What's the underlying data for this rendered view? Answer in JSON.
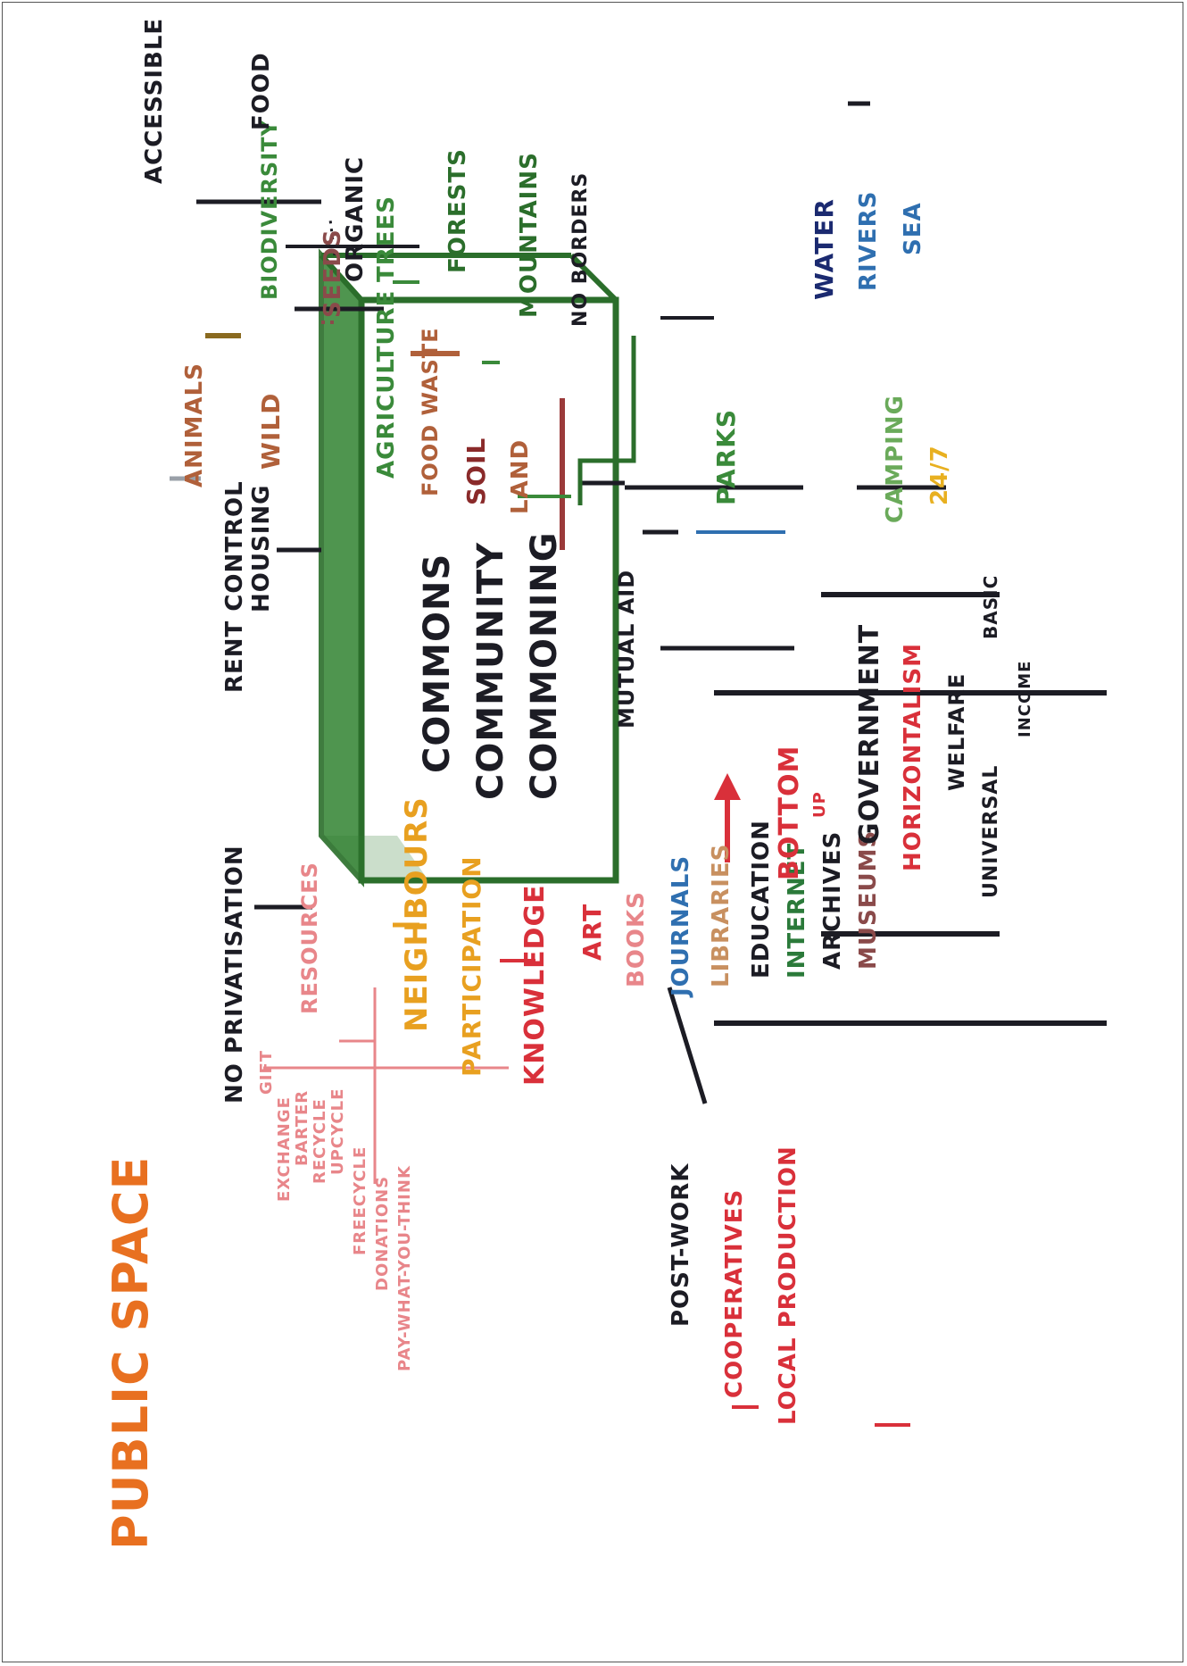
{
  "colors": {
    "black": "#1c1c24",
    "green": "#3a8a3a",
    "darkgreen": "#2b6e2b",
    "red": "#d9303a",
    "pink": "#e8868a",
    "orange": "#e8a020",
    "brown": "#b0603a",
    "blue": "#2f6fb0",
    "navy": "#1b2a70",
    "gray": "#9aa0a8"
  },
  "labels": {
    "public_space": "PUBLIC SPACE",
    "no_privatisation": "NO PRIVATISATION",
    "rent_control": "RENT CONTROL",
    "housing": "HOUSING",
    "resources": "RESOURCES",
    "gift": "GIFT",
    "exchange": "EXCHANGE",
    "barter": "BARTER",
    "recycle": "RECYCLE",
    "upcycle": "UPCYCLE",
    "freecycle": "FREECYCLE",
    "donations": "DONATIONS",
    "pay_what": "PAY-WHAT-YOU-THINK",
    "neighbours": "NEIGHBOURS",
    "participation": "PARTICIPATION",
    "knowledge": "KNOWLEDGE",
    "post_work": "POST-WORK",
    "cooperatives": "COOPERATIVES",
    "local_production": "LOCAL PRODUCTION",
    "art": "ART",
    "books": "BOOKS",
    "journals": "JOURNALS",
    "libraries": "LIBRARIES",
    "education": "EDUCATION",
    "internet": "INTERNET",
    "archives": "ARCHIVES",
    "museums": "MUSEUMS",
    "bottom": "BOTTOM",
    "up": "UP",
    "commons": "COMMONS",
    "community": "COMMUNITY",
    "commoning": "COMMONING",
    "mutual_aid": "MUTUAL AID",
    "government": "GOVERNMENT",
    "horizontalism": "HORIZONTALISM",
    "welfare": "WELFARE",
    "basic": "BASIC",
    "universal": "UNIVERSAL",
    "income": "INCOME",
    "animals": "ANIMALS",
    "wild": "WILD",
    "biodiversity": "BIODIVERSITY",
    "seeds": "SEEDS",
    "organic": "ORGANIC",
    "accessible": "ACCESSIBLE",
    "food": "FOOD",
    "agriculture": "AGRICULTURE",
    "food_waste": "FOOD WASTE",
    "soil": "SOIL",
    "land": "LAND",
    "trees": "TREES",
    "forests": "FORESTS",
    "mountains": "MOUNTAINS",
    "no_borders": "NO BORDERS",
    "water": "WATER",
    "rivers": "RIVERS",
    "sea": "SEA",
    "parks": "PARKS",
    "camping": "CAMPING",
    "247": "24/7"
  }
}
